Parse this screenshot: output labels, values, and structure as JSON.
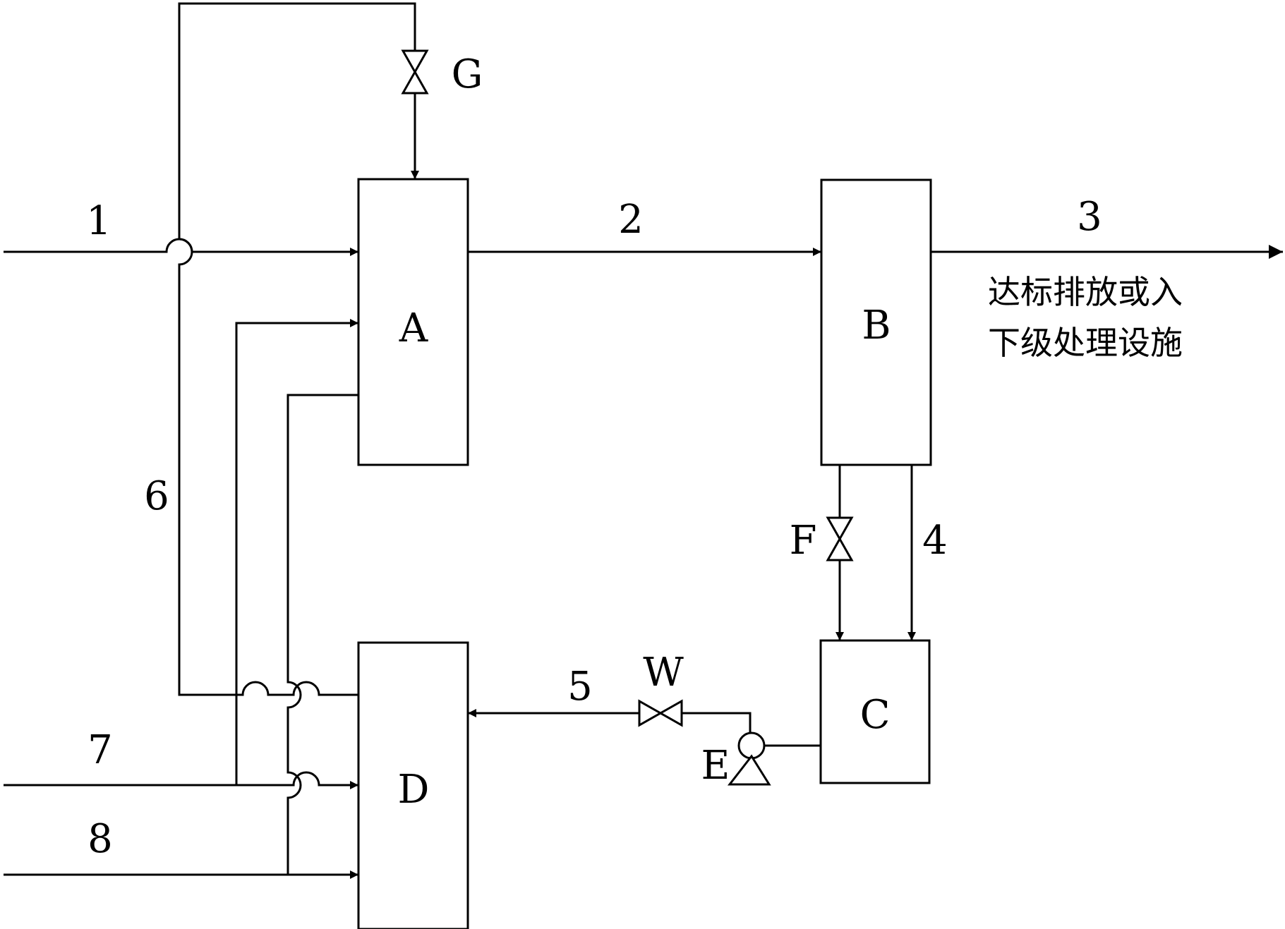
{
  "units": {
    "A": "A",
    "B": "B",
    "C": "C",
    "D": "D"
  },
  "valves": {
    "G": "G",
    "F": "F",
    "W": "W"
  },
  "pump": {
    "E": "E"
  },
  "streams": {
    "s1": "1",
    "s2": "2",
    "s3": "3",
    "s4": "4",
    "s5": "5",
    "s6": "6",
    "s7": "7",
    "s8": "8"
  },
  "outlet_note": {
    "line1": "达标排放或入",
    "line2": "下级处理设施"
  },
  "colors": {
    "stroke": "#000000",
    "background": "#ffffff"
  }
}
